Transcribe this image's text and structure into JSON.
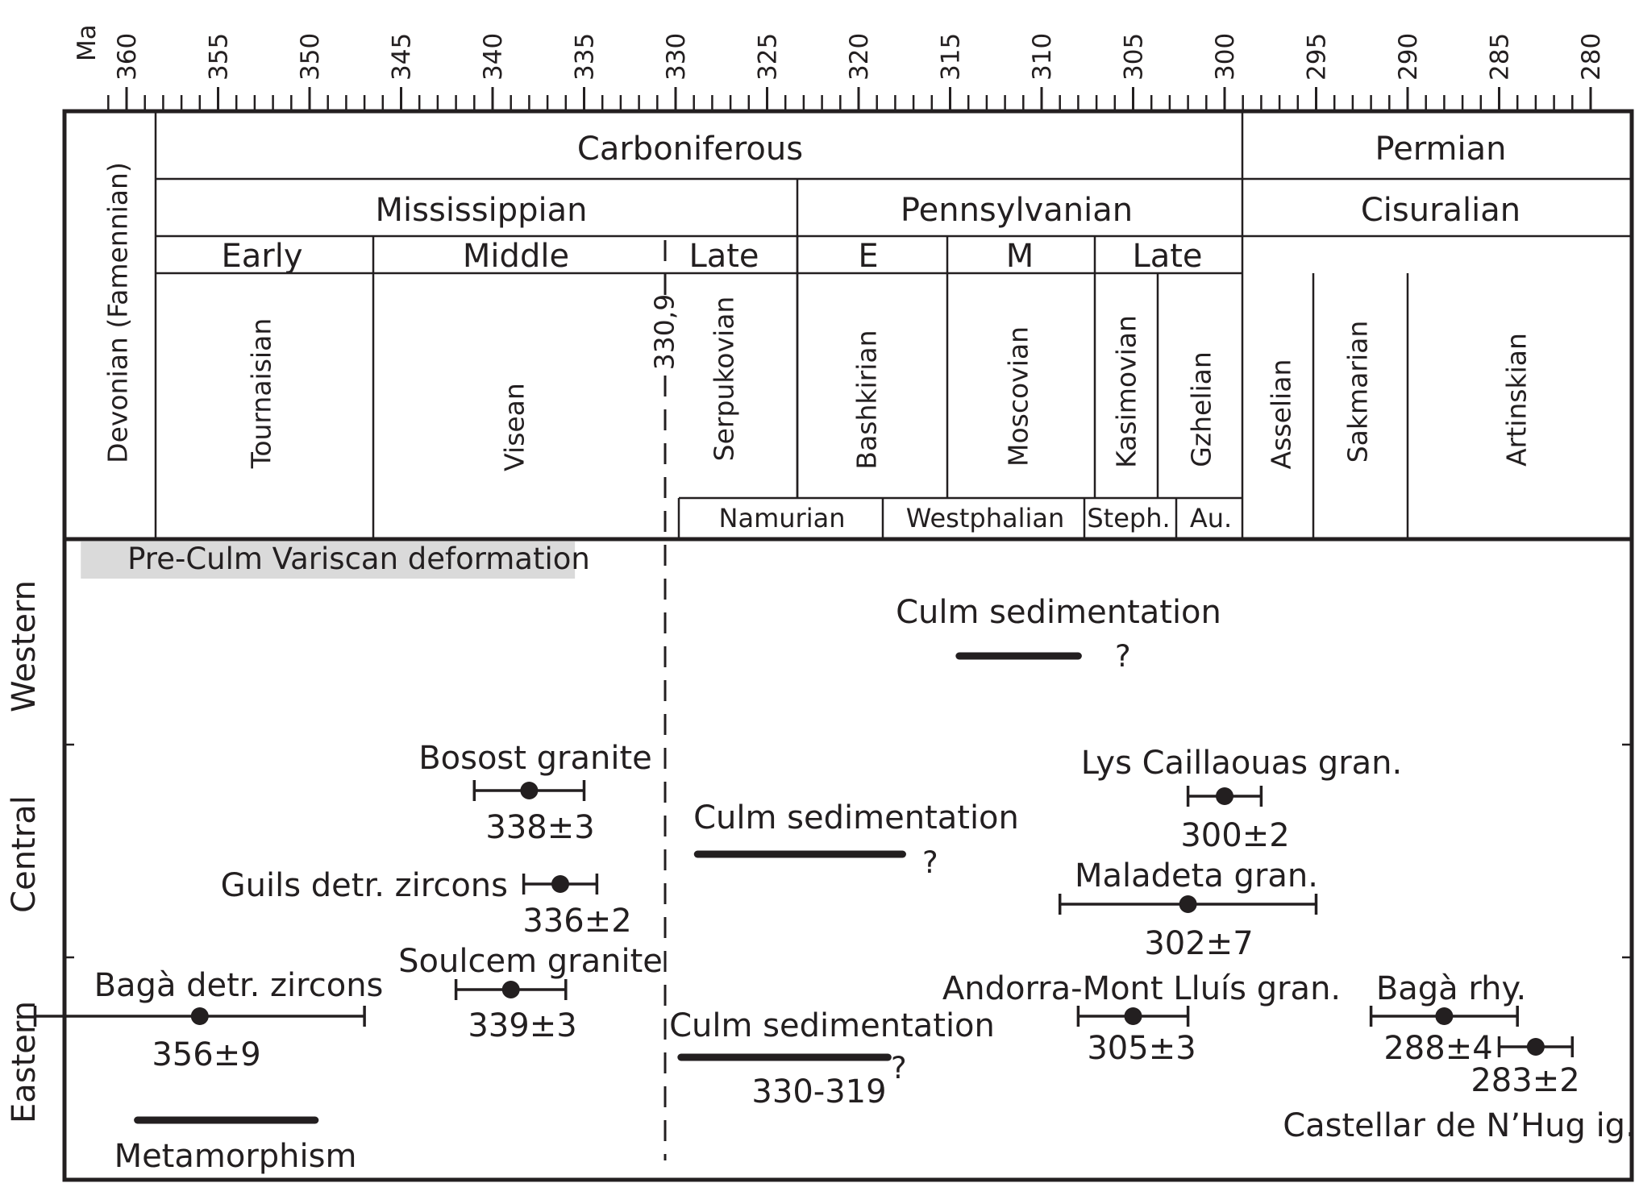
{
  "axis": {
    "unit": "Ma",
    "min": 280,
    "max": 361,
    "major_step": 5,
    "labels": [
      "360",
      "355",
      "350",
      "345",
      "340",
      "335",
      "330",
      "325",
      "320",
      "315",
      "310",
      "305",
      "300",
      "295",
      "290",
      "285",
      "280"
    ]
  },
  "timescale": {
    "period_row": [
      {
        "label": "Carboniferous",
        "from": 359,
        "to": 299
      },
      {
        "label": "Permian",
        "from": 299,
        "to": 280
      }
    ],
    "epoch_row": [
      {
        "label": "Mississippian",
        "from": 359,
        "to": 323
      },
      {
        "label": "Pennsylvanian",
        "from": 323,
        "to": 299
      },
      {
        "label": "Cisuralian",
        "from": 299,
        "to": 280
      }
    ],
    "subepoch_row": [
      {
        "label": "Early",
        "from": 359,
        "to": 347.3
      },
      {
        "label": "Middle",
        "from": 347.3,
        "to": 330.6
      },
      {
        "label": "Late",
        "from": 330.6,
        "to": 323
      },
      {
        "label": "E",
        "from": 323,
        "to": 314.8
      },
      {
        "label": "M",
        "from": 314.8,
        "to": 306.8
      },
      {
        "label": "Late",
        "from": 306.8,
        "to": 299
      }
    ],
    "stage_row": [
      {
        "label": "Devonian (Famennian)",
        "from": 364,
        "to": 359
      },
      {
        "label": "Tournaisian",
        "from": 359,
        "to": 347.3
      },
      {
        "label": "Visean",
        "from": 347.3,
        "to": 330.6
      },
      {
        "label": "Serpukovian",
        "from": 330.6,
        "to": 323
      },
      {
        "label": "Bashkirian",
        "from": 323,
        "to": 314.8
      },
      {
        "label": "Moscovian",
        "from": 314.8,
        "to": 306.8
      },
      {
        "label": "Kasimovian",
        "from": 306.8,
        "to": 303.4
      },
      {
        "label": "Gzhelian",
        "from": 303.4,
        "to": 299
      },
      {
        "label": "Asselian",
        "from": 299,
        "to": 295.2
      },
      {
        "label": "Sakmarian",
        "from": 295.2,
        "to": 286
      },
      {
        "label": "Artinskian",
        "from": 286,
        "to": 280
      }
    ],
    "regional_row": [
      {
        "label": "Namurian",
        "from": 329.6,
        "to": 318.7
      },
      {
        "label": "Westphalian",
        "from": 318.7,
        "to": 307.8
      },
      {
        "label": "Steph.",
        "from": 307.8,
        "to": 302.9
      },
      {
        "label": "Au.",
        "from": 302.9,
        "to": 299
      }
    ],
    "boundary_marker": {
      "label": "330,9",
      "age": 330.9
    }
  },
  "sectors": [
    {
      "label": "Western"
    },
    {
      "label": "Central"
    },
    {
      "label": "Eastern"
    }
  ],
  "events": {
    "deformation": {
      "label": "Pre-Culm Variscan deformation",
      "from": 362.5,
      "to": 335.5
    },
    "bars": [
      {
        "label": "Culm sedimentation",
        "from": 314.5,
        "to": 308,
        "query": "?"
      },
      {
        "label": "Culm sedimentation",
        "from": 328.8,
        "to": 317.6,
        "query": "?"
      },
      {
        "label": "Culm sedimentation",
        "from": 329.7,
        "to": 318.4,
        "query": "?",
        "range_label": "330-319"
      },
      {
        "label": "Metamorphism",
        "from": 359.4,
        "to": 349.7
      }
    ],
    "ages": [
      {
        "label": "Bosost granite",
        "age": 338,
        "err": 3,
        "value_label": "338±3"
      },
      {
        "label": "Guils detr. zircons",
        "age": 336.3,
        "err": 2,
        "value_label": "336±2"
      },
      {
        "label": "Soulcem granite",
        "age": 339,
        "err": 3,
        "value_label": "339±3"
      },
      {
        "label": "Bagà detr. zircons",
        "age": 356,
        "err": 9,
        "value_label": "356±9"
      },
      {
        "label": "Lys Caillaouas gran.",
        "age": 300,
        "err": 2,
        "value_label": "300±2"
      },
      {
        "label": "Maladeta gran.",
        "age": 302,
        "err": 7,
        "value_label": "302±7"
      },
      {
        "label": "Andorra-Mont Lluís gran.",
        "age": 305,
        "err": 3,
        "value_label": "305±3"
      },
      {
        "label": "Bagà rhy.",
        "age": 288,
        "err": 4,
        "value_label": "288±4"
      },
      {
        "label": "Castellar de N’Hug ig.",
        "age": 283,
        "err": 2,
        "value_label": "283±2"
      }
    ]
  }
}
